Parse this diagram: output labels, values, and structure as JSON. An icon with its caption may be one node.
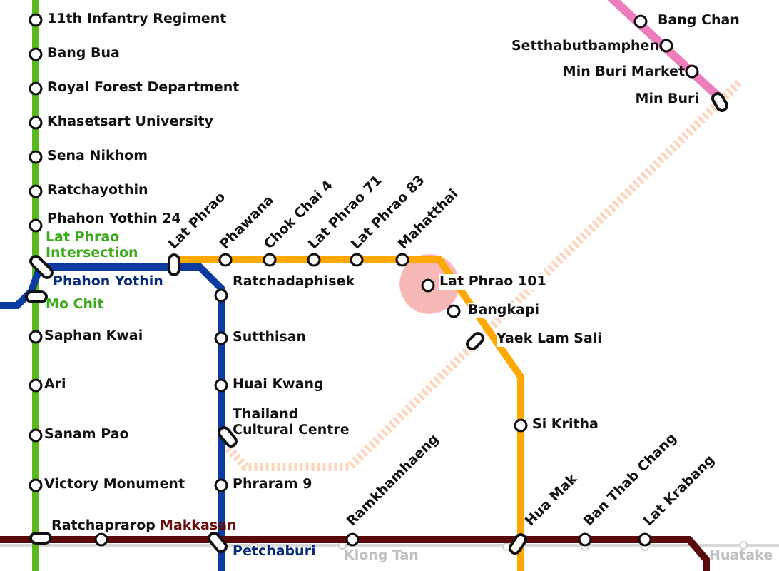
{
  "diagram": {
    "labels": [
      "11th Infantry Regiment",
      "Bang Bua",
      "Royal Forest Department",
      "Khasetsart University",
      "Sena Nikhom",
      "Ratchayothin",
      "Phahon Yothin 24",
      "Lat Phrao Intersection",
      "Phahon Yothin",
      "Mo Chit",
      "Saphan Kwai",
      "Ari",
      "Sanam Pao",
      "Victory Monument",
      "Ratchaprarop",
      "Makkasan",
      "Petchaburi",
      "Lat Phrao",
      "Phawana",
      "Chok Chai 4",
      "Lat Phrao 71",
      "Lat Phrao 83",
      "Mahatthai",
      "Ratchadaphisek",
      "Lat Phrao 101",
      "Bangkapi",
      "Sutthisan",
      "Yaek Lam Sali",
      "Huai Kwang",
      "Thailand Cultural Centre",
      "Si Kritha",
      "Phraram 9",
      "Ramkhamhaeng",
      "Hua Mak",
      "Ban Thab Chang",
      "Lat Krabang",
      "Klong Tan",
      "Huatake",
      "Bang Chan",
      "Setthabutbamphen",
      "Min Buri Market",
      "Min Buri"
    ]
  }
}
